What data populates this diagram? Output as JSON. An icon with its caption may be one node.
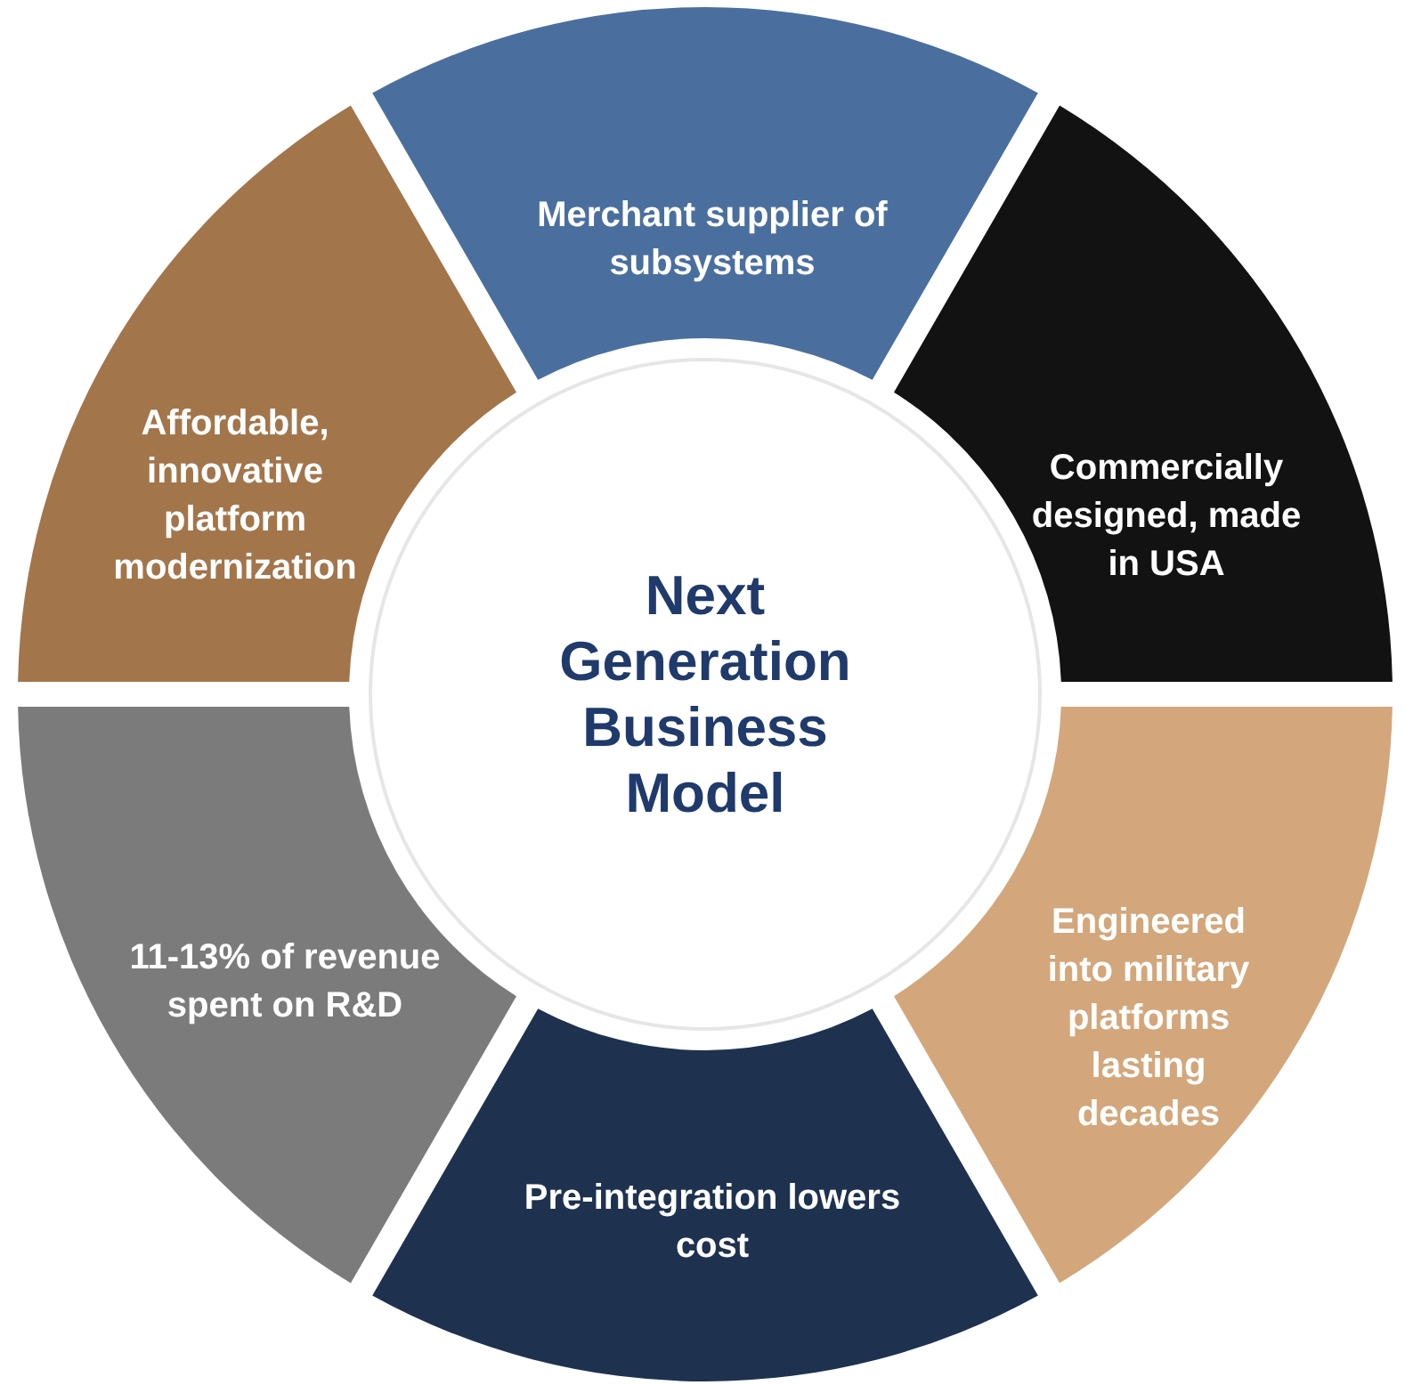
{
  "diagram": {
    "nodes": [
      {
        "text": [
          "Next Generation Business Model"
        ]
      },
      {
        "text": [
          "Merchant supplier of subsystems"
        ]
      },
      {
        "text": [
          "Commercially designed, made in USA"
        ]
      },
      {
        "text": [
          "Engineered into military platforms lasting decades"
        ]
      },
      {
        "text": [
          "Pre-integration lowers cost"
        ]
      },
      {
        "text": [
          "11-13% of revenue spent on R&D"
        ]
      },
      {
        "text": [
          "Affordable, innovative platform modernization"
        ]
      }
    ]
  }
}
